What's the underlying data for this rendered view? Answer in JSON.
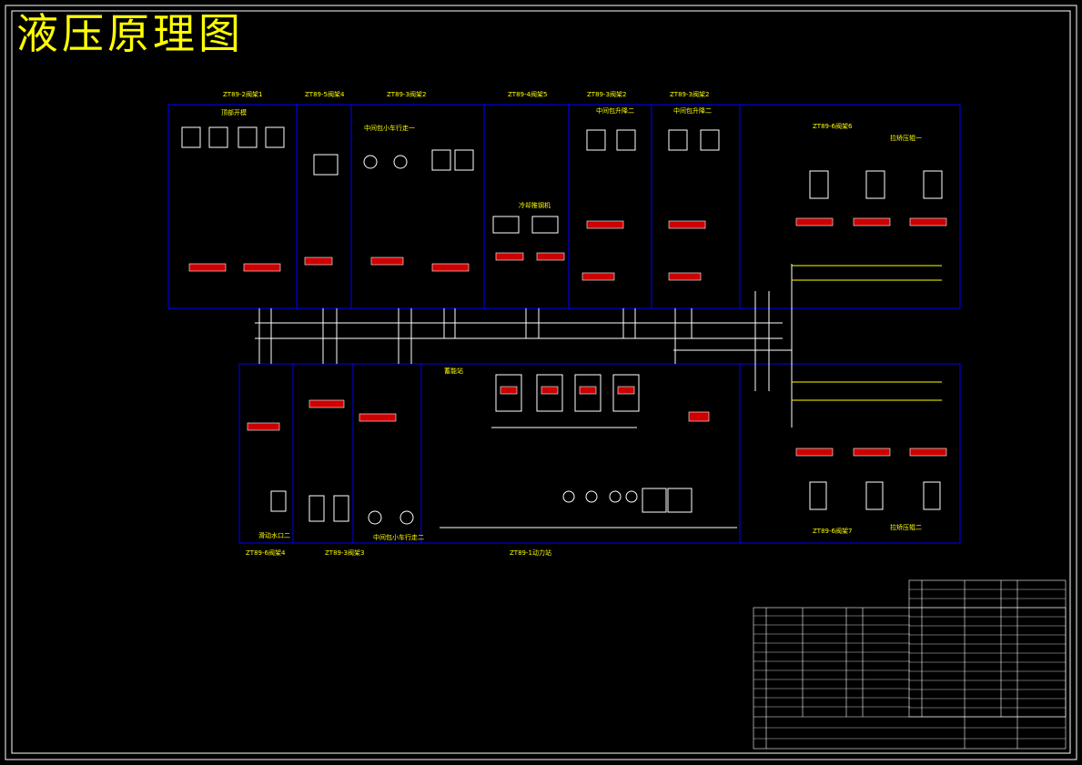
{
  "title": "液压原理图",
  "colors": {
    "background": "#000000",
    "frame": "#ffffff",
    "group_box": "#0000ff",
    "lines": "#ffffff",
    "labels": "#ffff00",
    "valve_fill": "#cc0000"
  },
  "top_groups": [
    {
      "id": "ZT89-2阀架1",
      "sub": "顶部开模"
    },
    {
      "id": "ZT89-5阀架4",
      "sub": ""
    },
    {
      "id": "ZT89-3阀架2",
      "sub": "中间包小车行走一"
    },
    {
      "id": "ZT89-4阀架5",
      "sub": "冷却推钢机"
    },
    {
      "id": "ZT89-3阀架2",
      "sub": "中间包升降二"
    },
    {
      "id": "ZT89-3阀架2",
      "sub": "中间包升降二"
    },
    {
      "id": "ZT89-6阀架6",
      "sub": "拉矫压辊一"
    }
  ],
  "bottom_groups": [
    {
      "id": "ZT89-6阀架4",
      "sub": "滑动水口二"
    },
    {
      "id": "ZT89-3阀架3",
      "sub": "中间包小车行走二"
    },
    {
      "id": "ZT89-1动力站",
      "sub": "蓄能站"
    },
    {
      "id": "ZT89-6阀架7",
      "sub": "拉矫压辊二"
    }
  ]
}
